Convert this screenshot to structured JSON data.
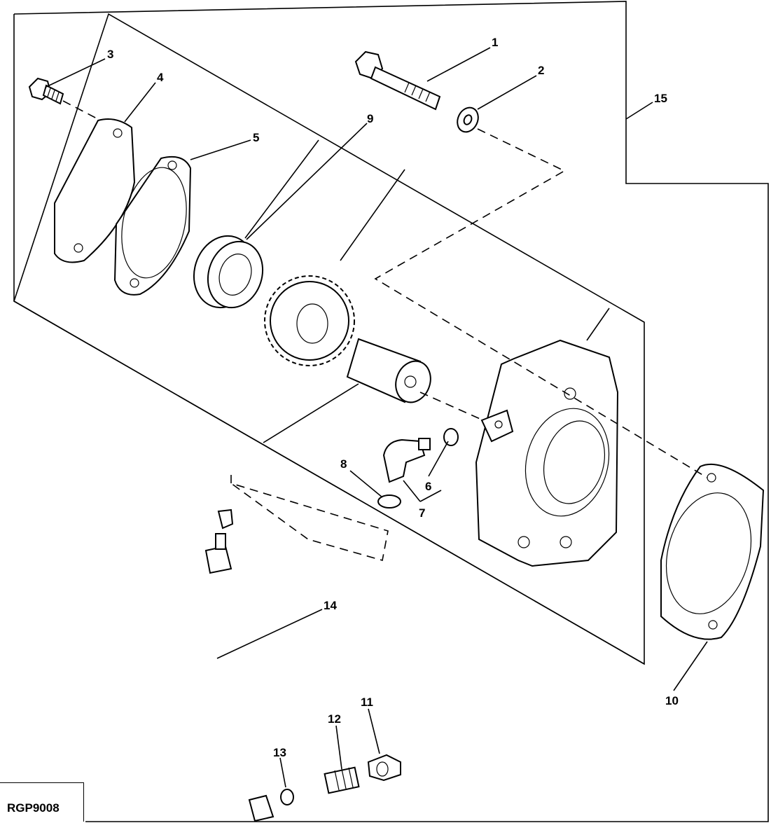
{
  "figure_code": "RGP9008",
  "callouts": {
    "c1": "1",
    "c2": "2",
    "c3": "3",
    "c4": "4",
    "c5": "5",
    "c6": "6",
    "c7": "7",
    "c8": "8",
    "c9": "9",
    "c10": "10",
    "c11": "11",
    "c12": "12",
    "c13": "13",
    "c14": "14",
    "c15": "15"
  }
}
